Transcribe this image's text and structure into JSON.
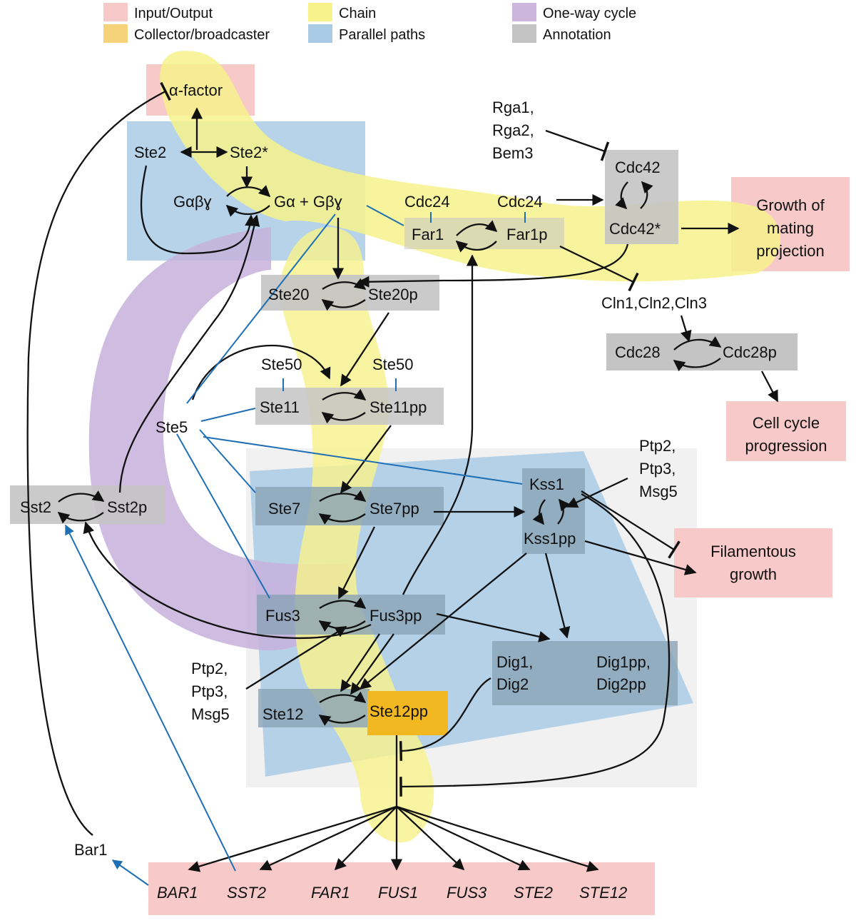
{
  "legend": {
    "input_output": {
      "label": "Input/Output",
      "color": "#f7c9c9"
    },
    "collector": {
      "label": "Collector/broadcaster",
      "color": "#f6d27a"
    },
    "chain": {
      "label": "Chain",
      "color": "#f7f28c"
    },
    "parallel": {
      "label": "Parallel paths",
      "color": "#a9cbe6"
    },
    "cycle": {
      "label": "One-way cycle",
      "color": "#cdb6dd"
    },
    "annotation": {
      "label": "Annotation",
      "color": "#c4c4c4"
    }
  },
  "nodes": {
    "alpha_factor": "α-factor",
    "ste2": "Ste2",
    "ste2_star": "Ste2*",
    "gabg": "Gαβɣ",
    "ga_gbg": "Gα + Gβɣ",
    "cdc24_a": "Cdc24",
    "cdc24_b": "Cdc24",
    "far1": "Far1",
    "far1p": "Far1p",
    "rga": [
      "Rga1,",
      "Rga2,",
      "Bem3"
    ],
    "cdc42": "Cdc42",
    "cdc42_star": "Cdc42*",
    "growth_projection": [
      "Growth of",
      "mating",
      "projection"
    ],
    "cln": "Cln1,Cln2,Cln3",
    "cdc28": "Cdc28",
    "cdc28p": "Cdc28p",
    "cell_cycle": [
      "Cell cycle",
      "progression"
    ],
    "ste20": "Ste20",
    "ste20p": "Ste20p",
    "ste50_a": "Ste50",
    "ste50_b": "Ste50",
    "ste11": "Ste11",
    "ste11pp": "Ste11pp",
    "ste5": "Ste5",
    "sst2": "Sst2",
    "sst2p": "Sst2p",
    "ste7": "Ste7",
    "ste7pp": "Ste7pp",
    "kss1": "Kss1",
    "kss1pp": "Kss1pp",
    "ptp_top": [
      "Ptp2,",
      "Ptp3,",
      "Msg5"
    ],
    "filamentous": [
      "Filamentous",
      "growth"
    ],
    "fus3": "Fus3",
    "fus3pp": "Fus3pp",
    "dig_left": [
      "Dig1,",
      "Dig2"
    ],
    "dig_right": [
      "Dig1pp,",
      "Dig2pp"
    ],
    "ptp_bottom": [
      "Ptp2,",
      "Ptp3,",
      "Msg5"
    ],
    "ste12": "Ste12",
    "ste12pp": "Ste12pp",
    "bar1": "Bar1"
  },
  "genes": [
    "BAR1",
    "SST2",
    "FAR1",
    "FUS1",
    "FUS3",
    "STE2",
    "STE12"
  ],
  "colors": {
    "edge": "#111111",
    "scaffold_link": "#1f6fb5",
    "annotation_box": "#c4c4c4"
  }
}
